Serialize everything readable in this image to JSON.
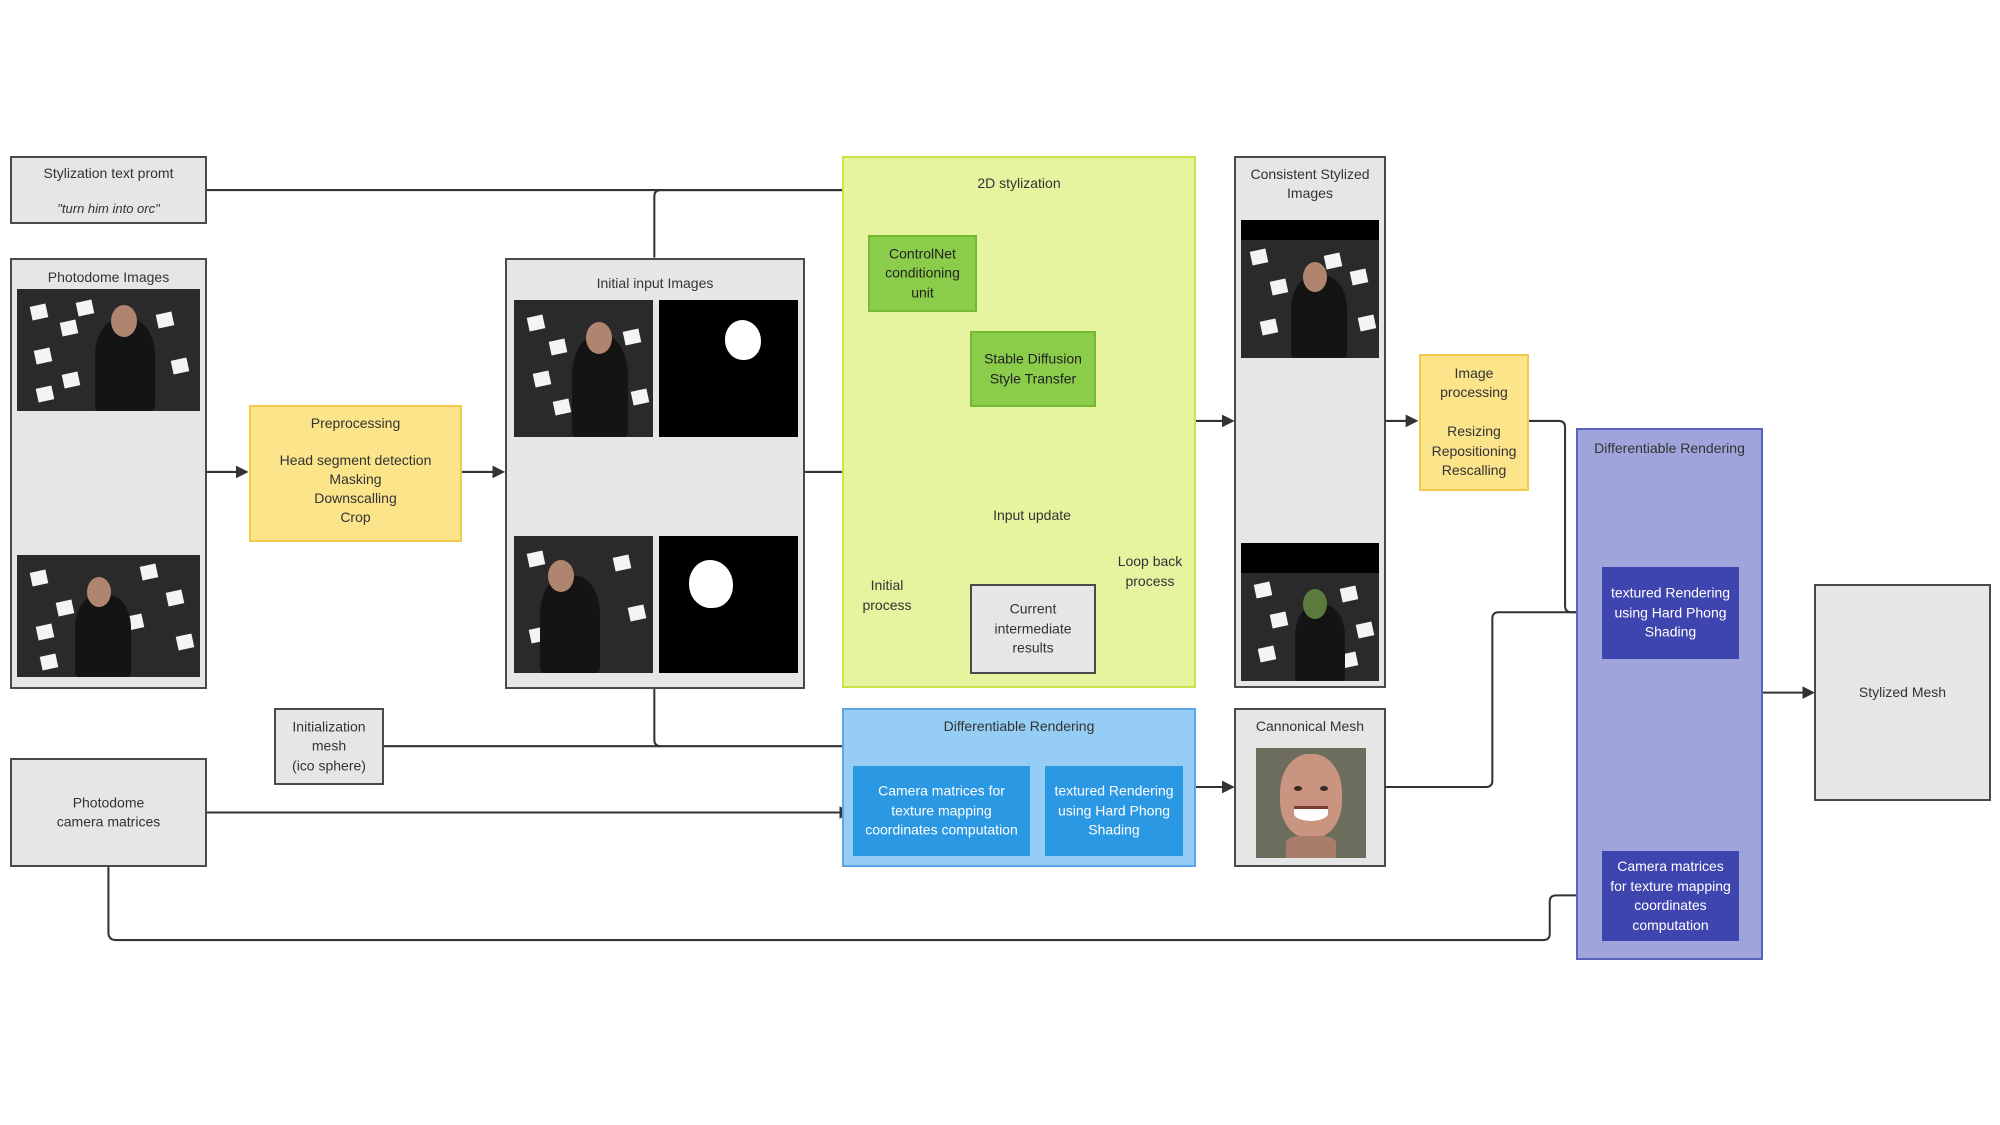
{
  "nodes": {
    "text_prompt": {
      "title": "Stylization text promt",
      "prompt": "\"turn him into orc\""
    },
    "photodome_images": {
      "title": "Photodome Images"
    },
    "preprocessing": {
      "title": "Preprocessing",
      "steps": "Head segment detection\nMasking\nDownscalling\nCrop"
    },
    "initial_input": {
      "title": "Initial input Images"
    },
    "stylization_2d": {
      "title": "2D stylization"
    },
    "controlnet": {
      "label": "ControlNet\nconditioning\nunit"
    },
    "stable_diffusion": {
      "label": "Stable Diffusion\nStyle Transfer"
    },
    "current_results": {
      "label": "Current\nintermediate\nresults"
    },
    "consistent_images": {
      "title": "Consistent Stylized\nImages"
    },
    "image_processing": {
      "label": "Image\nprocessing\n\nResizing\nRepositioning\nRescalling"
    },
    "diff_render_right": {
      "title": "Differentiable Rendering"
    },
    "textured_right": {
      "label": "textured Rendering\nusing Hard Phong\nShading"
    },
    "camera_right": {
      "label": "Camera matrices\nfor texture mapping\ncoordinates\ncomputation"
    },
    "stylized_mesh": {
      "label": "Stylized Mesh"
    },
    "init_mesh": {
      "label": "Initialization\nmesh\n(ico sphere)"
    },
    "photodome_camera": {
      "label": "Photodome\ncamera matrices"
    },
    "diff_render_bottom": {
      "title": "Differentiable Rendering"
    },
    "camera_bottom": {
      "label": "Camera matrices for\ntexture mapping\ncoordinates computation"
    },
    "textured_bottom": {
      "label": "textured Rendering\nusing Hard Phong\nShading"
    },
    "canonical_mesh": {
      "title": "Cannonical Mesh"
    }
  },
  "edge_labels": {
    "input_update": "Input update",
    "loop_back": "Loop back\nprocess",
    "initial_process": "Initial\nprocess"
  },
  "colors": {
    "yellow": "#fbe48a",
    "light_green": "#e6f39f",
    "green": "#8bcc4a",
    "light_blue": "#95cdf5",
    "blue": "#2b98e4",
    "lavender": "#9fa5db",
    "indigo": "#3f45ae",
    "gray": "#e6e6e6"
  }
}
